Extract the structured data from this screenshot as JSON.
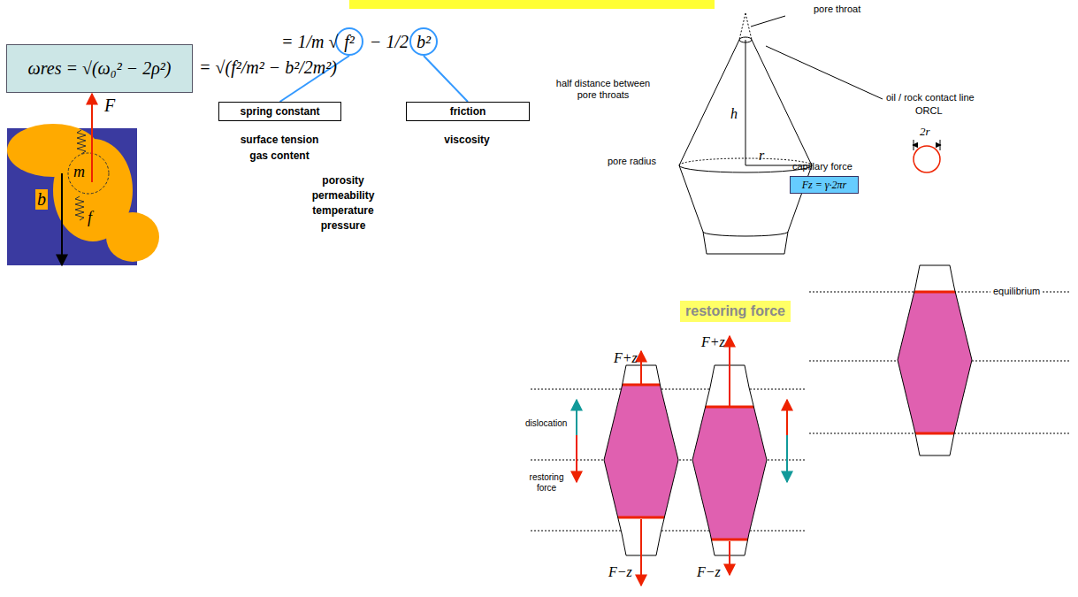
{
  "diagram": {
    "nodes": [
      {
        "text": [
          "ωres = √(ω₀² − 2ρ²)"
        ]
      },
      {
        "text": [
          "f²"
        ]
      },
      {
        "text": [
          "b²"
        ]
      },
      {
        "text": [
          "spring constant"
        ]
      },
      {
        "text": [
          "friction"
        ]
      },
      {
        "text": [
          "Fz = γ·2πr"
        ]
      },
      {
        "text": [
          "restoring force"
        ]
      }
    ],
    "edges": [
      {
        "from": 1,
        "to": 3,
        "arrow": "none"
      },
      {
        "from": 2,
        "to": 4,
        "arrow": "none"
      }
    ],
    "labels": [
      "= √(f²/m² − b²/2m²)",
      "= 1/m √",
      "− 1/2",
      "F",
      "m",
      "b",
      "f",
      "surface tension",
      "gas content",
      "viscosity",
      "porosity",
      "permeability",
      "temperature",
      "pressure",
      "pore throat",
      "half distance between pore throats",
      "h",
      "r",
      "oil / rock contact line",
      "ORCL",
      "pore radius",
      "capillary force",
      "2r",
      "equilibrium",
      "F+z",
      "F+z",
      "dislocation",
      "restoring force",
      "F−z",
      "F−z"
    ]
  }
}
